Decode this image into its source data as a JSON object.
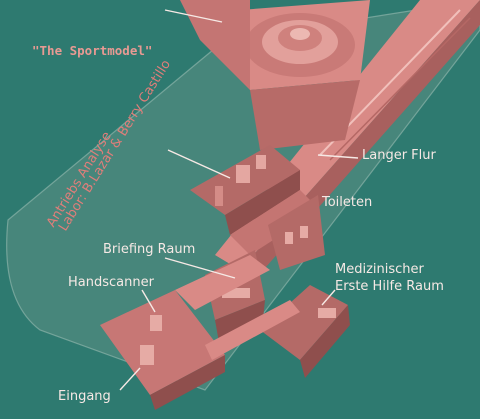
{
  "title": "\"The Sportmodel\"",
  "labels": {
    "langer_flur": "Langer Flur",
    "toileten": "Toileten",
    "briefing_raum": "Briefing Raum",
    "medizinischer": "Medizinischer",
    "erste_hilfe_raum": "Erste Hilfe Raum",
    "handscanner": "Handscanner",
    "eingang": "Eingang",
    "antriebs_analyse": "Antriebs Analyse",
    "labor": "Labor: B.Lazar & Berry Castillo"
  },
  "colors": {
    "background": "#2e7a70",
    "structure": "#d77a78",
    "label_light": "#f6e9e5",
    "label_red": "#e07e7a"
  }
}
